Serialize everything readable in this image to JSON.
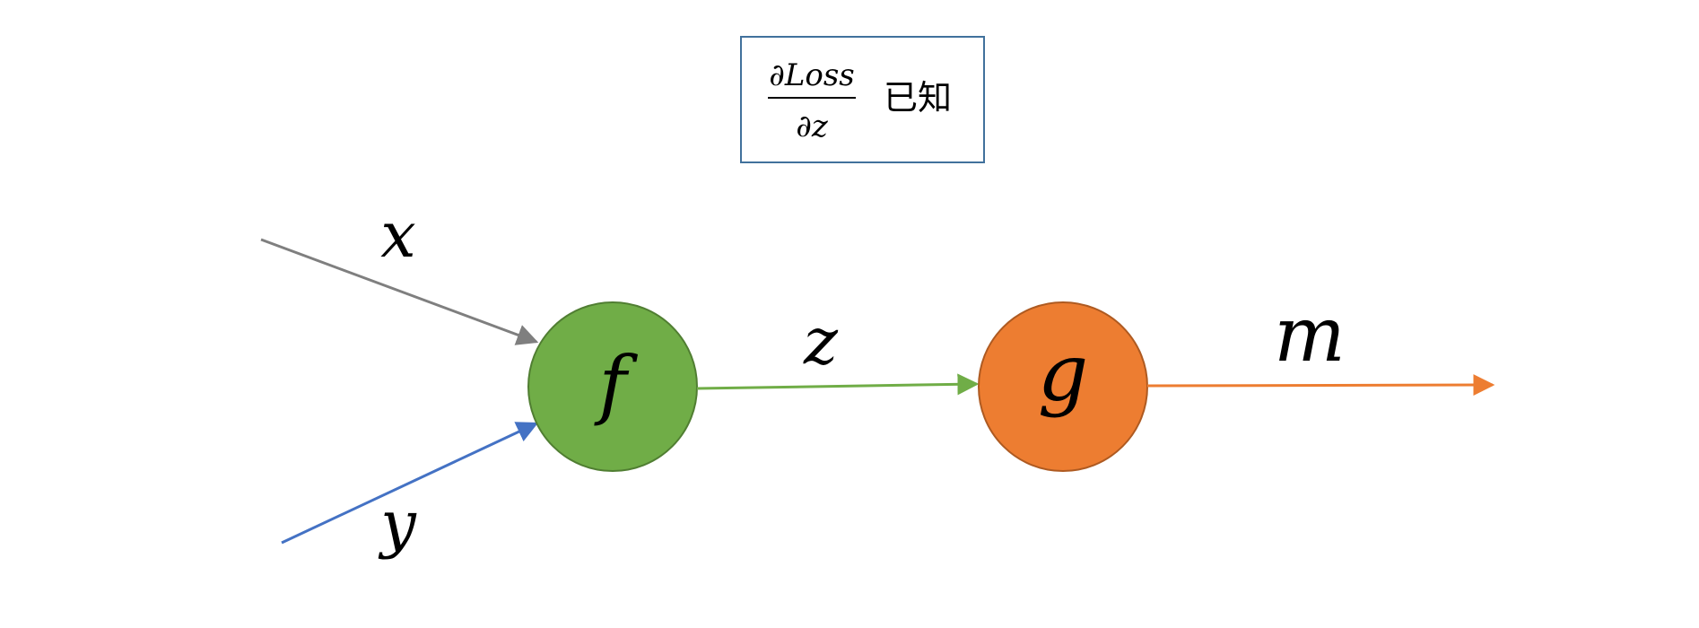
{
  "known_box": {
    "numerator": "∂Loss",
    "denominator": "∂z",
    "suffix": "已知"
  },
  "inputs": {
    "x_label": "x",
    "y_label": "y"
  },
  "nodes": {
    "f": {
      "label": "f",
      "color": "#70AD47",
      "stroke": "#507E32"
    },
    "g": {
      "label": "g",
      "color": "#ED7D31",
      "stroke": "#AE5A21"
    }
  },
  "edges": {
    "z_label": "z",
    "m_label": "m",
    "x_color": "#7F7F7F",
    "y_color": "#4472C4",
    "z_color": "#70AD47",
    "m_color": "#ED7D31"
  },
  "box_border_color": "#41719C"
}
